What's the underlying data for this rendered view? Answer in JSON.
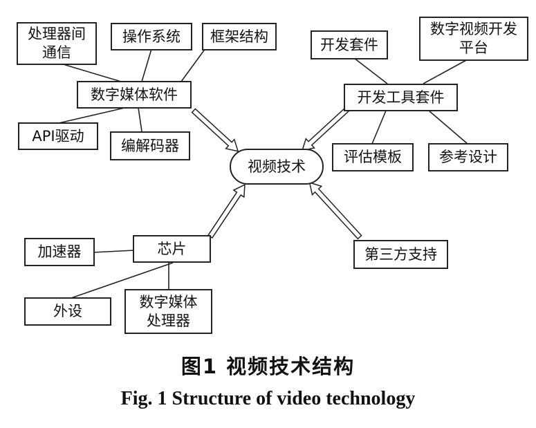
{
  "diagram": {
    "center": "视频技术",
    "groups": {
      "software": {
        "hub": "数字媒体软件",
        "items": [
          "处理器间\n通信",
          "操作系统",
          "框架结构",
          "API驱动",
          "编解码器"
        ]
      },
      "devtools": {
        "hub": "开发工具套件",
        "items": [
          "开发套件",
          "数字视频开发\n平台",
          "评估模板",
          "参考设计"
        ]
      },
      "chip": {
        "hub": "芯片",
        "items": [
          "加速器",
          "外设",
          "数字媒体\n处理器"
        ]
      },
      "third_party": "第三方支持"
    }
  },
  "caption": {
    "chinese": "图1  视频技术结构",
    "english": "Fig. 1  Structure of video technology"
  }
}
